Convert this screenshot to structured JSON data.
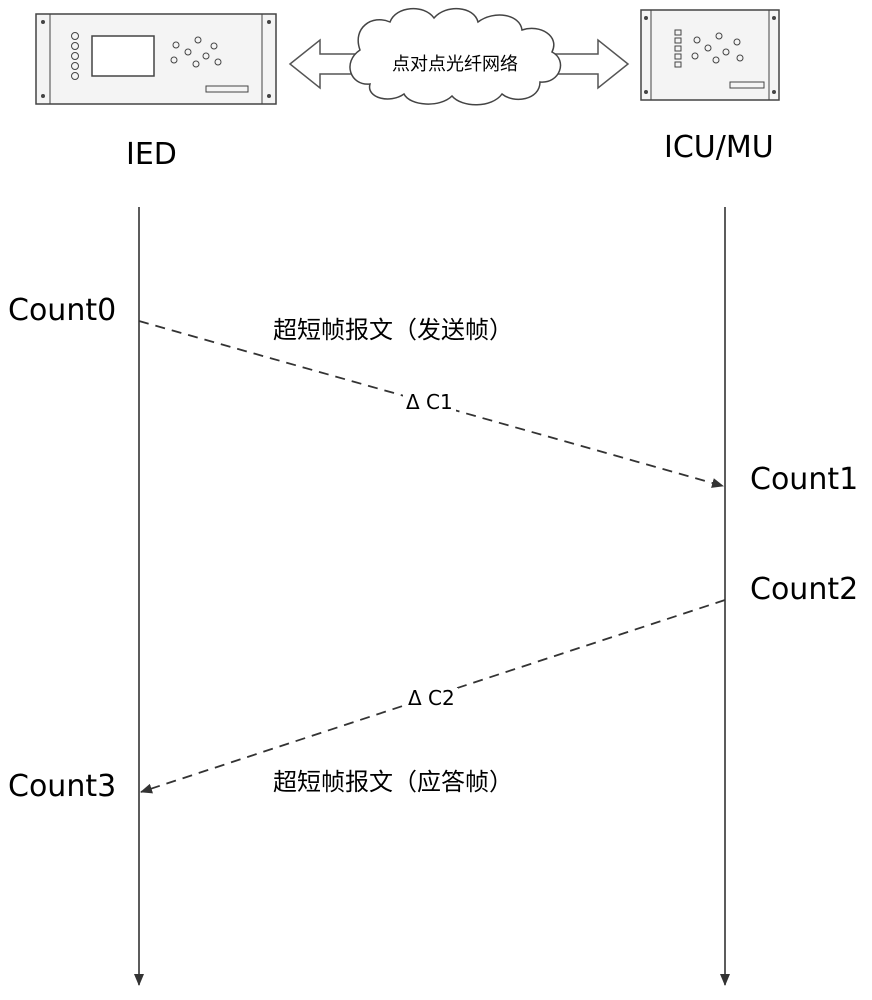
{
  "devices": {
    "left": {
      "label": "IED",
      "icon": "rack-device-icon"
    },
    "right": {
      "label": "ICU/MU",
      "icon": "rack-device-icon"
    }
  },
  "network": {
    "label": "点对点光纤网络",
    "icon": "cloud-icon"
  },
  "counters": {
    "count0": "Count0",
    "count1": "Count1",
    "count2": "Count2",
    "count3": "Count3"
  },
  "messages": {
    "send": {
      "label": "超短帧报文（发送帧）",
      "delta": "Δ C1"
    },
    "reply": {
      "label": "超短帧报文（应答帧）",
      "delta": "Δ C2"
    }
  },
  "colors": {
    "line": "#333333",
    "device_face": "#f4f4f4"
  }
}
